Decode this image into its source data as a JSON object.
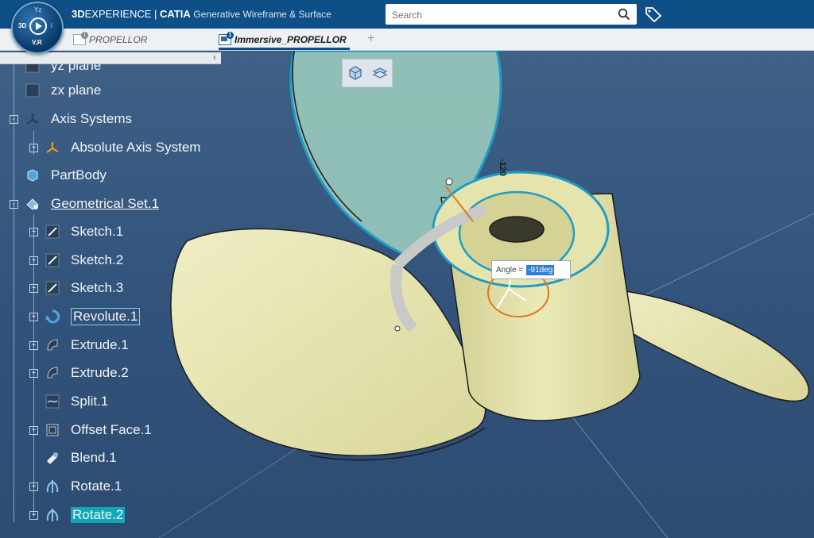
{
  "header": {
    "brand_prefix": "3D",
    "brand_mid": "EXPERIENCE | ",
    "brand_catia": "CATIA",
    "app_name": "Generative Wireframe & Surface",
    "search_placeholder": "Search",
    "compass": {
      "center": "3D",
      "version": "V,R",
      "top": "Yz",
      "right": "i"
    }
  },
  "tabs": [
    {
      "label": "PROPELLOR",
      "badge": "1",
      "active": false
    },
    {
      "label": "Immersive_PROPELLOR",
      "badge": "1",
      "active": true
    }
  ],
  "add_tab_label": "+",
  "collapse_label": "‹",
  "tree": [
    {
      "label": "yz plane",
      "icon": "plane-icon"
    },
    {
      "label": "zx plane",
      "icon": "plane-icon"
    },
    {
      "label": "Axis Systems",
      "icon": "axis-system-icon"
    },
    {
      "label": "Absolute Axis System",
      "icon": "axis-icon"
    },
    {
      "label": "PartBody",
      "icon": "partbody-icon"
    },
    {
      "label": "Geometrical Set.1",
      "icon": "geometrical-set-icon"
    },
    {
      "label": "Sketch.1",
      "icon": "sketch-icon"
    },
    {
      "label": "Sketch.2",
      "icon": "sketch-icon"
    },
    {
      "label": "Sketch.3",
      "icon": "sketch-icon"
    },
    {
      "label": "Revolute.1",
      "icon": "revolute-icon"
    },
    {
      "label": "Extrude.1",
      "icon": "extrude-icon"
    },
    {
      "label": "Extrude.2",
      "icon": "extrude-icon"
    },
    {
      "label": "Split.1",
      "icon": "split-icon"
    },
    {
      "label": "Offset Face.1",
      "icon": "offset-face-icon"
    },
    {
      "label": "Blend.1",
      "icon": "blend-icon"
    },
    {
      "label": "Rotate.1",
      "icon": "rotate-icon"
    },
    {
      "label": "Rotate.2",
      "icon": "rotate-icon"
    }
  ],
  "manipulator": {
    "angle_label": "Angle =",
    "angle_value": "-91deg",
    "dial_value": "-120"
  },
  "colors": {
    "header": "#0d4f86",
    "viewport": "#33557a",
    "part": "#e6e4ad",
    "selection": "#0fa8b8",
    "preview": "#9fd0bf"
  }
}
